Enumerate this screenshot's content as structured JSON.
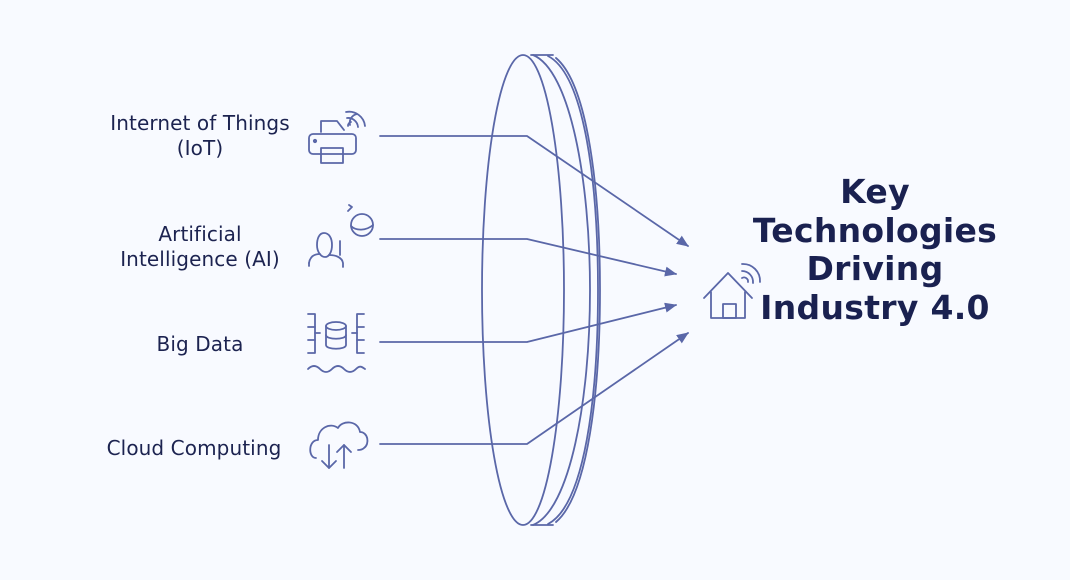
{
  "diagram": {
    "title_lines": [
      "Key",
      "Technologies",
      "Driving",
      "Industry 4.0"
    ],
    "accent_color": "#5a67a8",
    "text_color": "#1c2350",
    "background_color": "#f8faff",
    "center_icon": "smart-home-icon",
    "inputs": [
      {
        "label_lines": [
          "Internet of Things",
          "(IoT)"
        ],
        "icon": "wireless-printer-icon"
      },
      {
        "label_lines": [
          "Artificial",
          "Intelligence (AI)"
        ],
        "icon": "person-globe-icon"
      },
      {
        "label_lines": [
          "Big Data"
        ],
        "icon": "database-icon"
      },
      {
        "label_lines": [
          "Cloud Computing"
        ],
        "icon": "cloud-transfer-icon"
      }
    ]
  }
}
